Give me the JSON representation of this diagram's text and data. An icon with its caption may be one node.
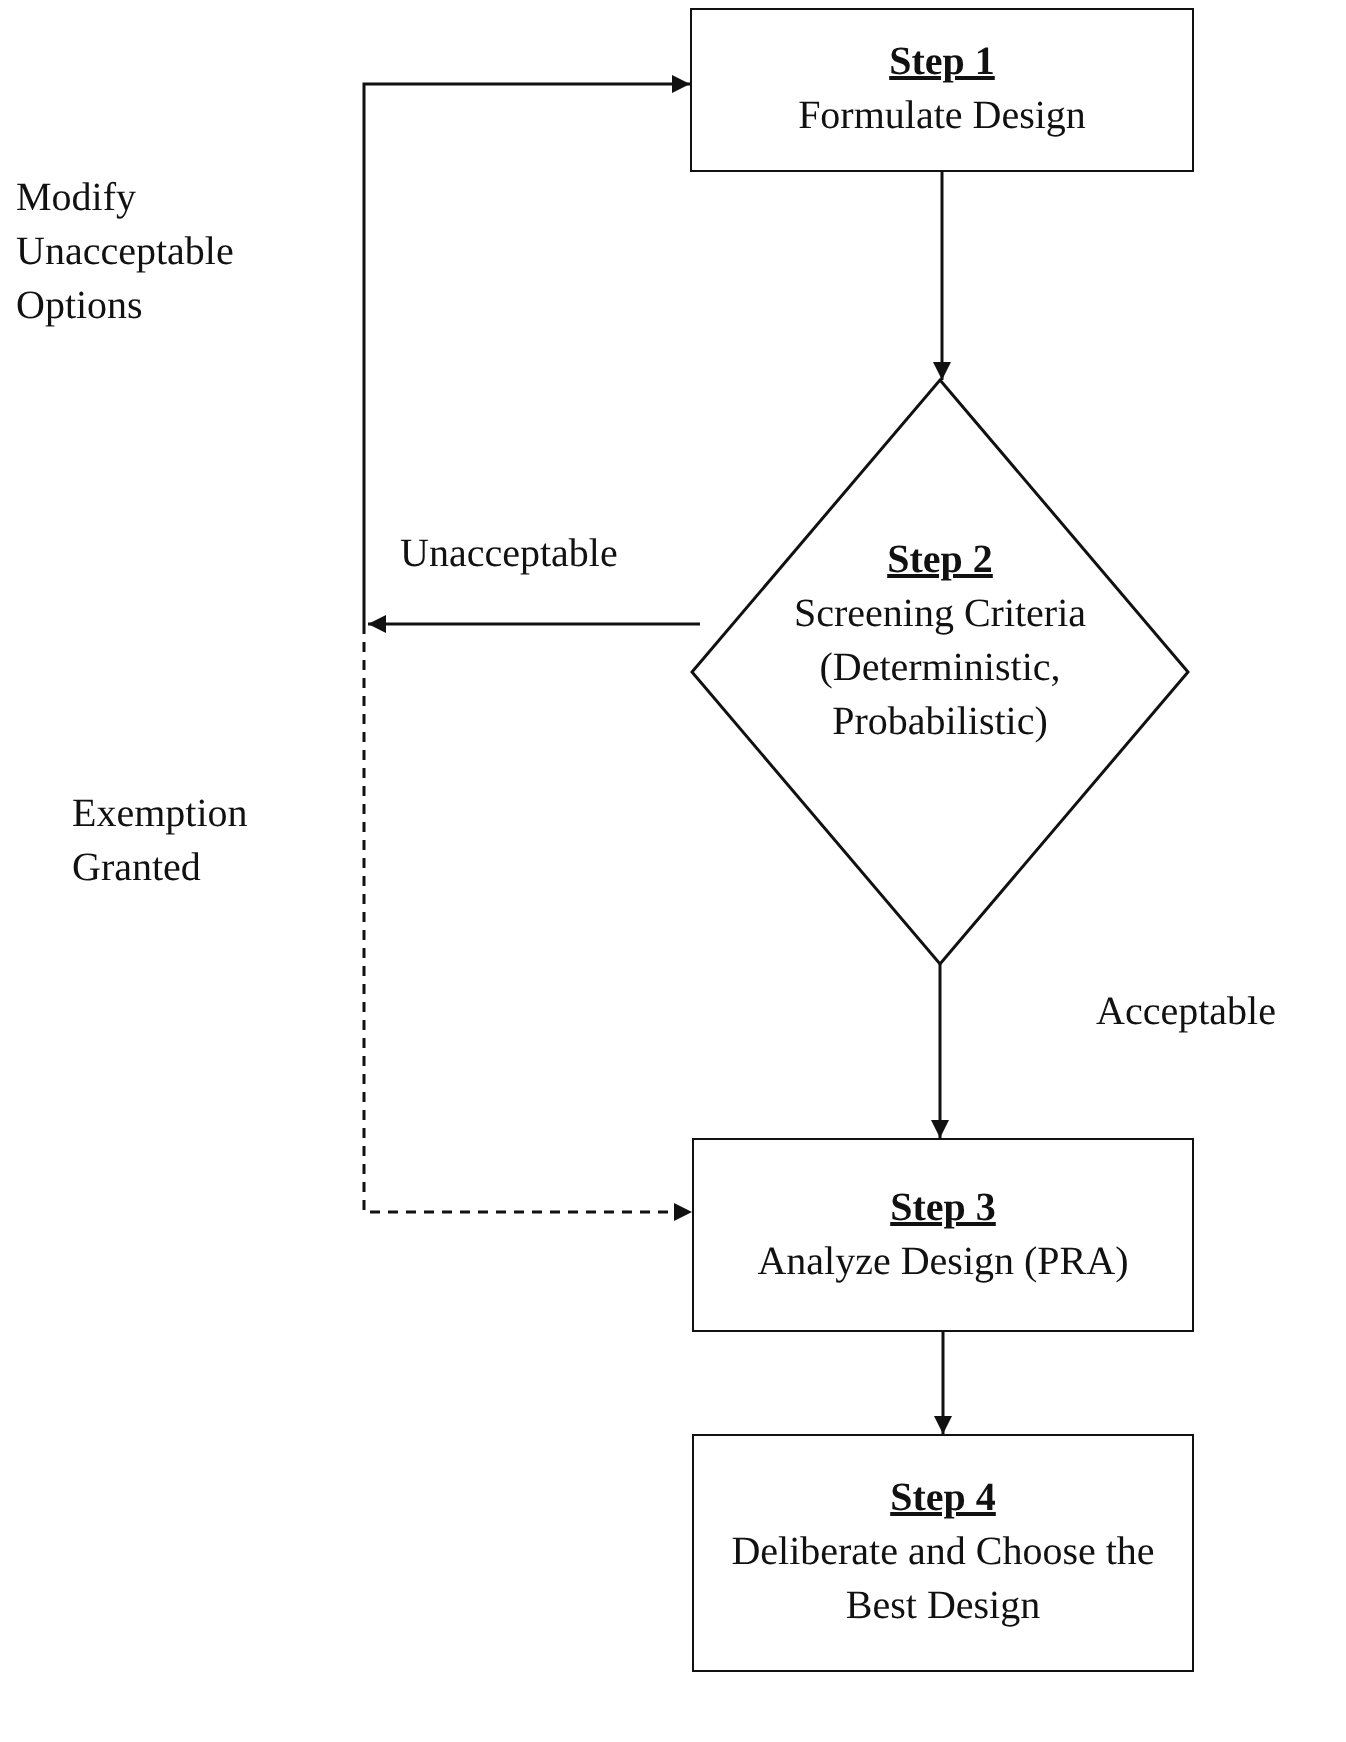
{
  "diagram": {
    "nodes": [
      {
        "text": [
          "Step 1",
          "Formulate Design"
        ]
      },
      {
        "text": [
          "Step 2",
          "Screening Criteria (Deterministic, Probabilistic)"
        ]
      },
      {
        "text": [
          "Step 3",
          "Analyze Design (PRA)"
        ]
      },
      {
        "text": [
          "Step 4",
          "Deliberate and Choose the Best Design"
        ]
      }
    ],
    "edges": [
      {
        "from": 0,
        "to": 1,
        "arrow": "to"
      },
      {
        "from": 1,
        "to": 2,
        "arrow": "to",
        "label": "Acceptable"
      },
      {
        "from": 2,
        "to": 3,
        "arrow": "to"
      },
      {
        "from": 1,
        "to": 0,
        "arrow": "to",
        "label": "Modify Unacceptable Options"
      },
      {
        "from": 1,
        "to": 2,
        "arrow": "to",
        "style": "dashed",
        "label": "Exemption Granted"
      }
    ],
    "labels": [
      "Unacceptable"
    ]
  }
}
